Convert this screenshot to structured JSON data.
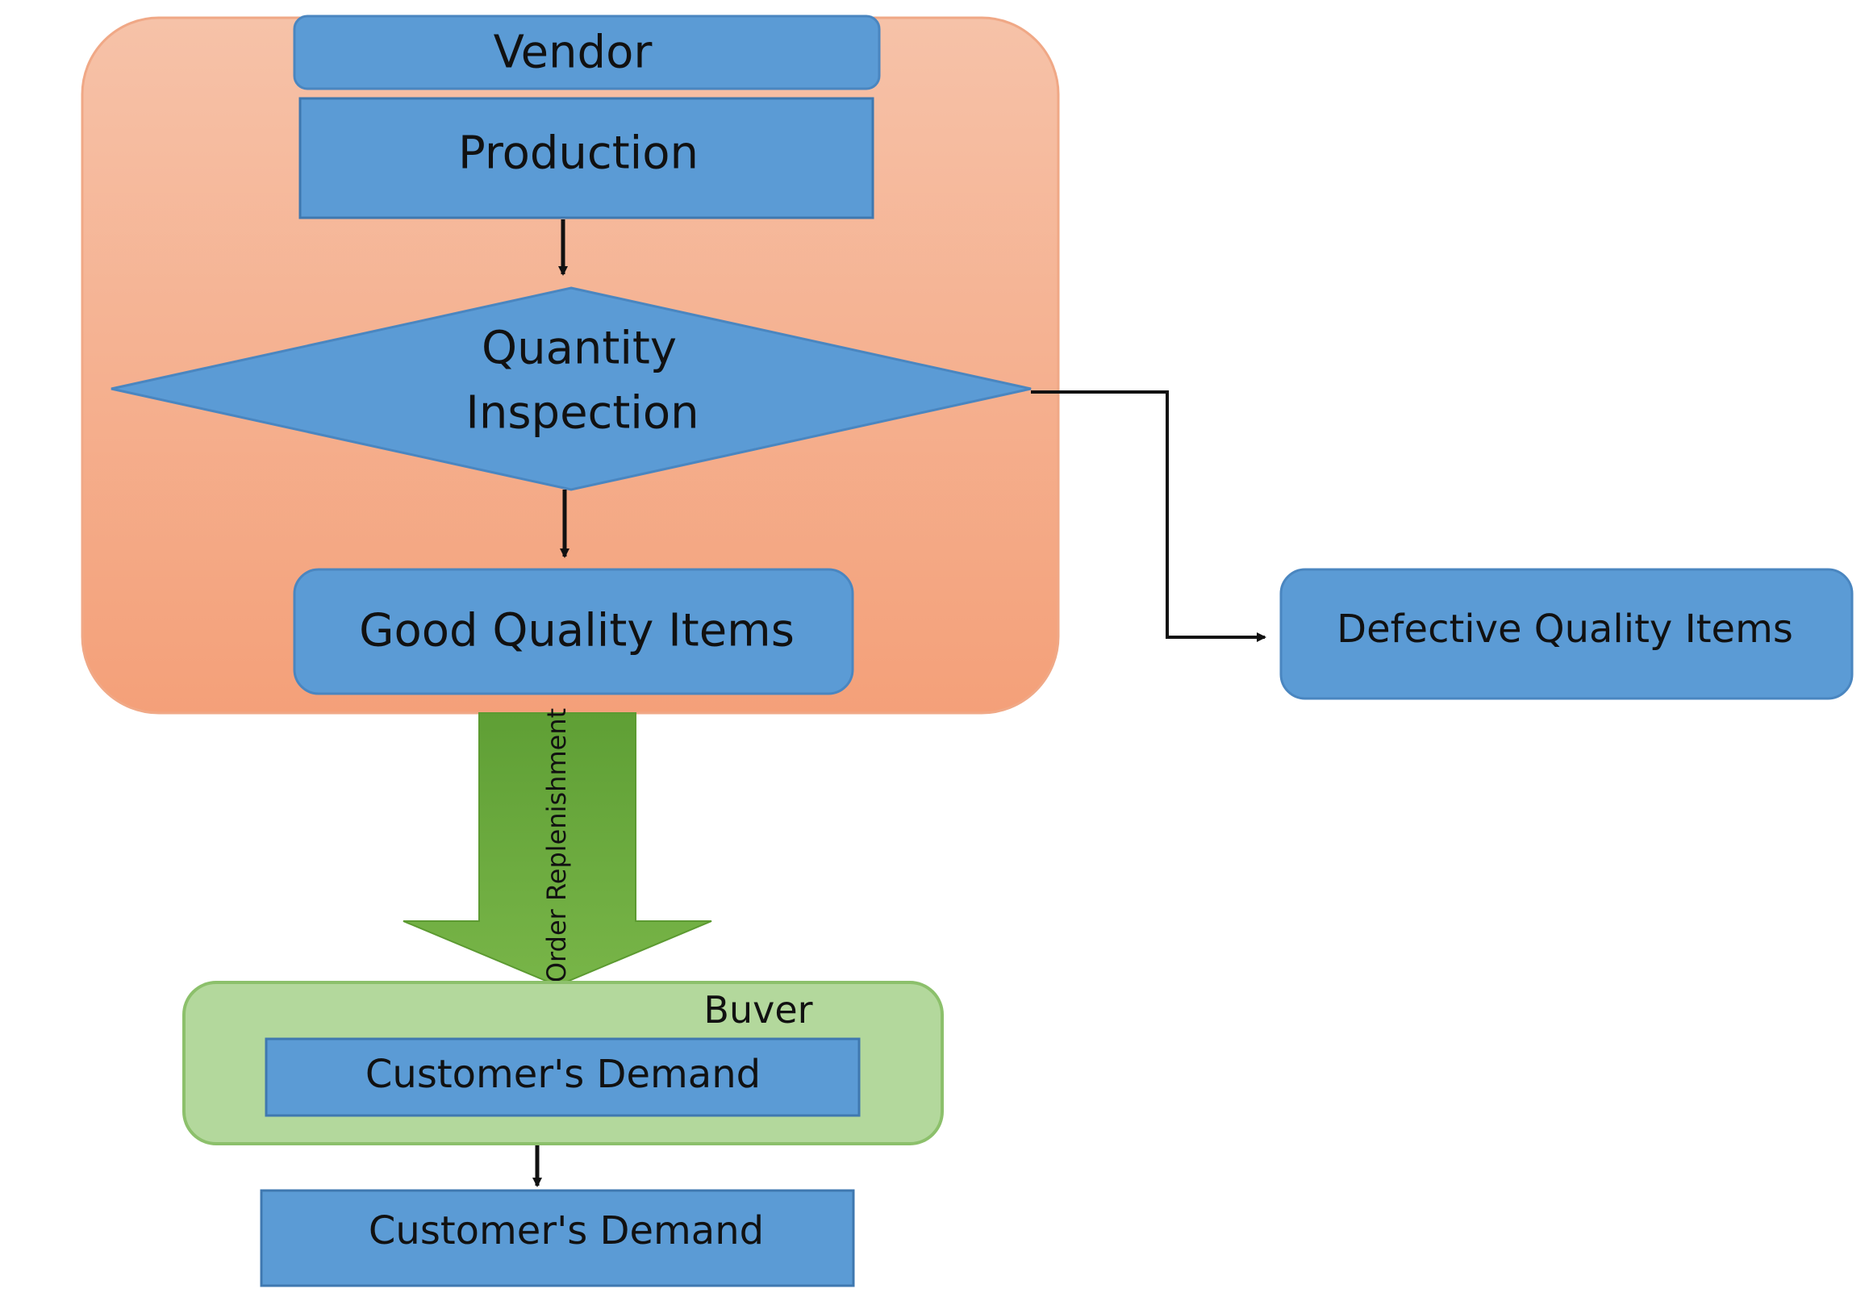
{
  "vendor": {
    "title": "Vendor",
    "production": "Production",
    "inspection": [
      "Quantity",
      "Inspection"
    ],
    "good_items": "Good Quality Items"
  },
  "defective_items": "Defective Quality Items",
  "flow_label": "Order Replenishment",
  "buyer": {
    "title": "Buver",
    "demand_inner": "Customer's Demand"
  },
  "demand_outer": "Customer's Demand",
  "colors": {
    "vendor_fill_top": "#f6bfa4",
    "vendor_fill_bottom": "#f5a27a",
    "box_fill": "#5b9bd5",
    "box_stroke": "#3f78b0",
    "buyer_fill": "#b3d89c",
    "buyer_stroke": "#8cc06b",
    "arrow_green": "#6aab3a",
    "connector": "#111111"
  }
}
